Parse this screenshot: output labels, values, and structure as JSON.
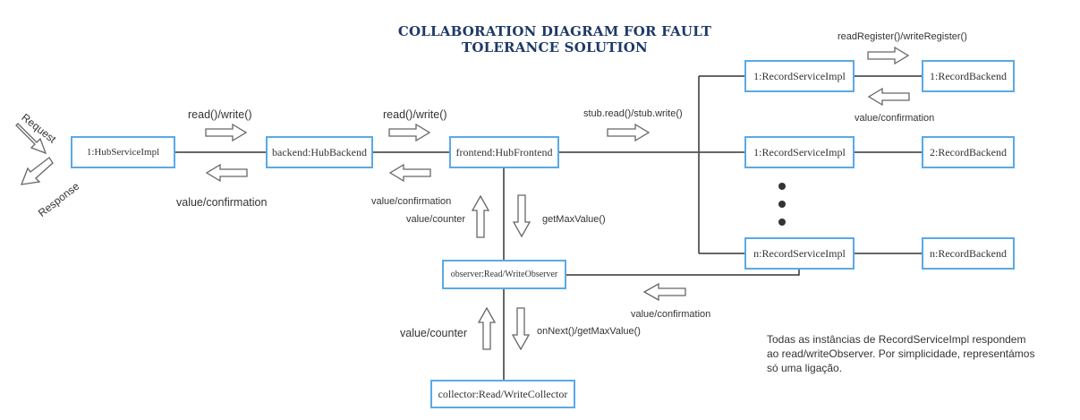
{
  "title": {
    "line1": "COLLABORATION DIAGRAM FOR FAULT",
    "line2": "TOLERANCE SOLUTION"
  },
  "client": {
    "request": "Request",
    "response": "Response"
  },
  "nodes": {
    "hub_service": "1:HubServiceImpl",
    "hub_backend": "backend:HubBackend",
    "hub_frontend": "frontend:HubFrontend",
    "observer": "observer:Read/WriteObserver",
    "collector": "collector:Read/WriteCollector",
    "record_service_1": "1:RecordServiceImpl",
    "record_service_2": "1:RecordServiceImpl",
    "record_service_n": "n:RecordServiceImpl",
    "record_backend_1": "1:RecordBackend",
    "record_backend_2": "2:RecordBackend",
    "record_backend_n": "n:RecordBackend"
  },
  "messages": {
    "service_to_backend": "read()/write()",
    "backend_to_service": "value/confirmation",
    "backend_to_frontend": "read()/write()",
    "frontend_to_backend": "value/confirmation",
    "stub_calls": "stub.read()/stub.write()",
    "register_calls": "readRegister()/writeRegister()",
    "register_reply": "value/confirmation",
    "observer_up": "value/counter",
    "frontend_down": "getMaxValue()",
    "record_to_observer": "value/confirmation",
    "collector_up": "value/counter",
    "observer_down": "onNext()/getMaxValue()"
  },
  "note": {
    "line1": "Todas as instâncias de RecordServiceImpl respondem",
    "line2": "ao read/writeObserver. Por simplicidade, representámos",
    "line3": "só uma ligação."
  },
  "colors": {
    "title": "#1f3a68",
    "box_border": "#5aa9e6",
    "line": "#333333",
    "arrow": "#666666"
  }
}
